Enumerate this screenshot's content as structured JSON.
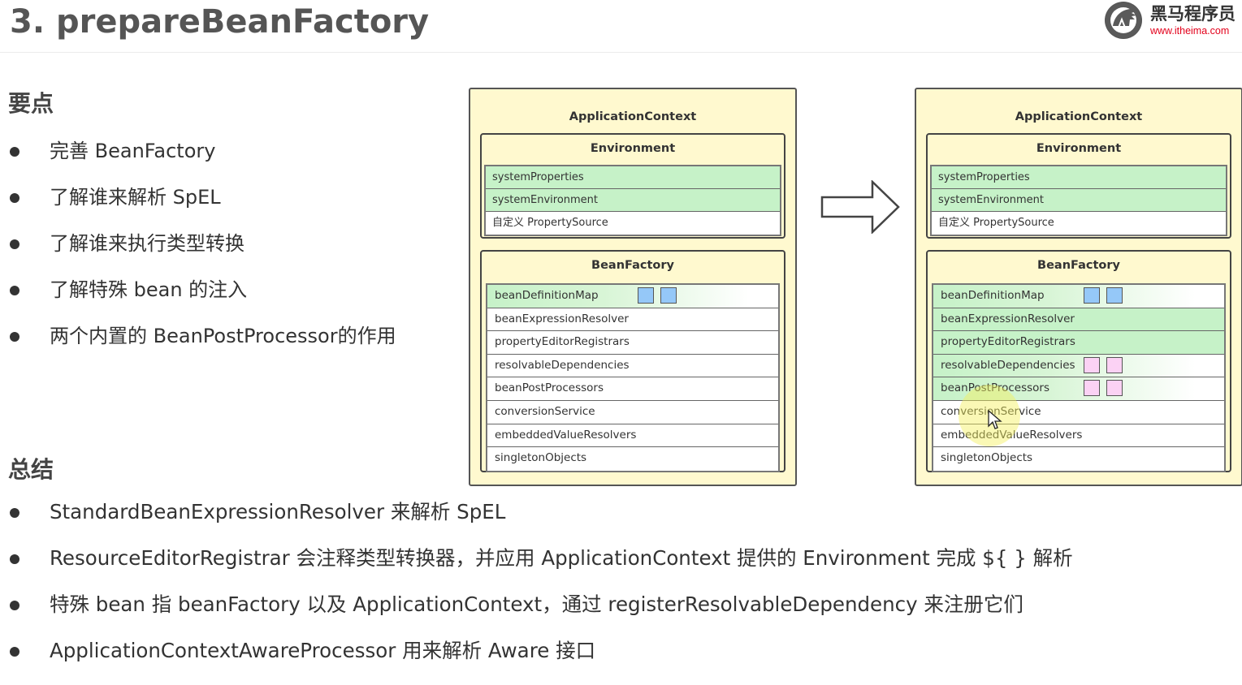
{
  "header": {
    "title": "3. prepareBeanFactory",
    "logo": {
      "name": "黑马程序员",
      "url": "www.itheima.com",
      "icon": "horse-head-logo-icon"
    }
  },
  "key_points": {
    "heading": "要点",
    "items": [
      "完善 BeanFactory",
      "了解谁来解析 SpEL",
      "了解谁来执行类型转换",
      "了解特殊 bean 的注入",
      "两个内置的 BeanPostProcessor的作用"
    ]
  },
  "summary": {
    "heading": "总结",
    "items": [
      "StandardBeanExpressionResolver 来解析 SpEL",
      "ResourceEditorRegistrar 会注释类型转换器，并应用 ApplicationContext 提供的 Environment 完成 ${ } 解析",
      "特殊 bean 指 beanFactory  以及 ApplicationContext，通过 registerResolvableDependency 来注册它们",
      "ApplicationContextAwareProcessor 用来解析 Aware 接口"
    ]
  },
  "colors": {
    "context_bg": "#fff9cf",
    "filled_row": "#c6f2c8",
    "bean_definition_square": "#95c8f8",
    "registered_square": "#fbd2f4"
  },
  "diagram_before": {
    "context_title": "ApplicationContext",
    "environment": {
      "title": "Environment",
      "rows": [
        {
          "label": "systemProperties",
          "state": "green"
        },
        {
          "label": "systemEnvironment",
          "state": "green"
        },
        {
          "label": "自定义 PropertySource",
          "state": "white"
        }
      ]
    },
    "bean_factory": {
      "title": "BeanFactory",
      "rows": [
        {
          "label": "beanDefinitionMap",
          "state": "fade",
          "squares": [
            "blue",
            "blue"
          ]
        },
        {
          "label": "beanExpressionResolver",
          "state": "white",
          "squares": []
        },
        {
          "label": "propertyEditorRegistrars",
          "state": "white",
          "squares": []
        },
        {
          "label": "resolvableDependencies",
          "state": "white",
          "squares": []
        },
        {
          "label": "beanPostProcessors",
          "state": "white",
          "squares": []
        },
        {
          "label": "conversionService",
          "state": "white",
          "squares": []
        },
        {
          "label": "embeddedValueResolvers",
          "state": "white",
          "squares": []
        },
        {
          "label": "singletonObjects",
          "state": "white",
          "squares": []
        }
      ]
    }
  },
  "transition_arrow": "right-arrow-icon",
  "diagram_after": {
    "context_title": "ApplicationContext",
    "environment": {
      "title": "Environment",
      "rows": [
        {
          "label": "systemProperties",
          "state": "green"
        },
        {
          "label": "systemEnvironment",
          "state": "green"
        },
        {
          "label": "自定义 PropertySource",
          "state": "white"
        }
      ]
    },
    "bean_factory": {
      "title": "BeanFactory",
      "rows": [
        {
          "label": "beanDefinitionMap",
          "state": "fade",
          "squares": [
            "blue",
            "blue"
          ]
        },
        {
          "label": "beanExpressionResolver",
          "state": "green",
          "squares": []
        },
        {
          "label": "propertyEditorRegistrars",
          "state": "green",
          "squares": []
        },
        {
          "label": "resolvableDependencies",
          "state": "fade",
          "squares": [
            "pink",
            "pink"
          ]
        },
        {
          "label": "beanPostProcessors",
          "state": "fade",
          "squares": [
            "pink",
            "pink"
          ]
        },
        {
          "label": "conversionService",
          "state": "white",
          "squares": []
        },
        {
          "label": "embeddedValueResolvers",
          "state": "white",
          "squares": []
        },
        {
          "label": "singletonObjects",
          "state": "white",
          "squares": []
        }
      ]
    }
  }
}
